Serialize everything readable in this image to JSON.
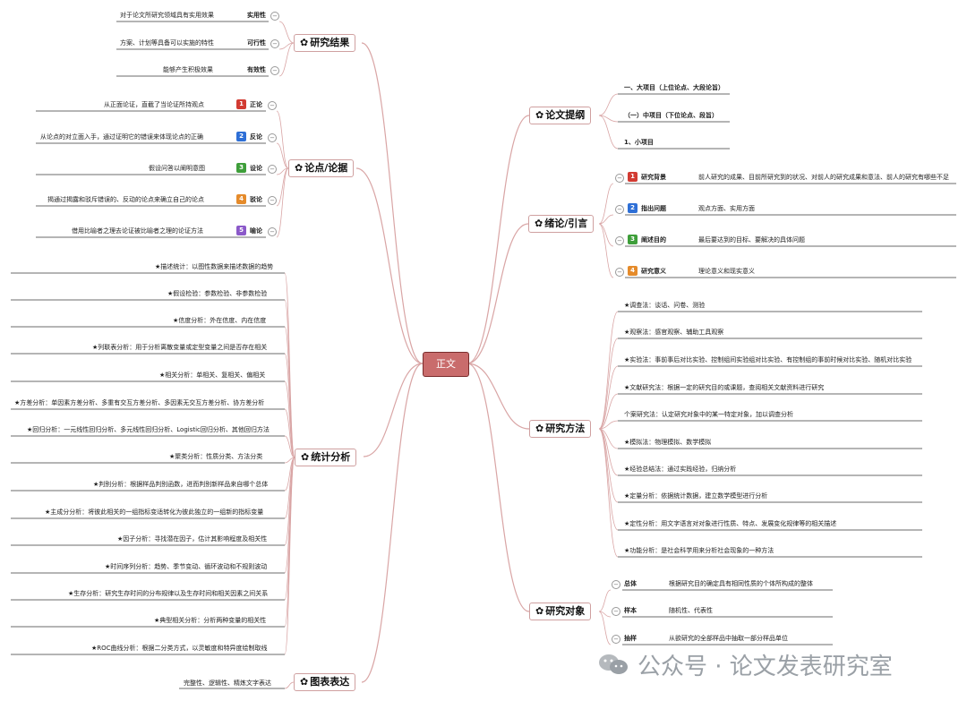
{
  "center": {
    "label": "正文"
  },
  "topics": {
    "results": {
      "label": "研究结果",
      "items": [
        {
          "label": "实用性",
          "desc": "对于论文所研究领域具有实用效果"
        },
        {
          "label": "可行性",
          "desc": "方案、计划等具备可以实施的特性"
        },
        {
          "label": "有效性",
          "desc": "能够产生积极效果"
        }
      ]
    },
    "arguments": {
      "label": "论点/论据",
      "items": [
        {
          "num": "1",
          "label": "正论",
          "desc": "从正面论证，直截了当论证所持观点"
        },
        {
          "num": "2",
          "label": "反论",
          "desc": "从论点的对立面入手，通过证明它的错误来体现论点的正确"
        },
        {
          "num": "3",
          "label": "设论",
          "desc": "假设问答以阐明意图"
        },
        {
          "num": "4",
          "label": "驳论",
          "desc": "揭通过揭露和驳斥错误的、反动的论点来确立自己的论点"
        },
        {
          "num": "5",
          "label": "喻论",
          "desc": "借用比喻者之理去论证被比喻者之理的论证方法"
        }
      ]
    },
    "stats": {
      "label": "统计分析",
      "items": [
        "★描述统计：以图性数据来描述数据的趋势",
        "★假设检验：参数检验、非参数检验",
        "★信度分析：外在信度、内在信度",
        "★列联表分析：用于分析离散变量或定型变量之间是否存在相关",
        "★相关分析：单相关、复相关、偏相关",
        "★方差分析：单因素方差分析、多重有交互方差分析、多因素无交互方差分析、协方差分析",
        "★回归分析：一元线性回归分析、多元线性回归分析、Logistic回归分析、其他回归方法",
        "★聚类分析：性质分类、方法分类",
        "★判别分析：根据样品判别函数，进而判别新样品来自哪个总体",
        "★主成分分析：将彼此相关的一组指标变适转化为彼此独立的一组新的指标变量",
        "★因子分析：寻找潜在因子，估计其影响程度及相关性",
        "★时间序列分析：趋势、季节变动、循环波动和不规则波动",
        "★生存分析：研究生存时间的分布规律以及生存时间和相关因素之间关系",
        "★典型相关分析：分析两种变量的相关性",
        "★ROC曲线分析：根据二分类方式，以灵敏度和特异度绘制取线"
      ]
    },
    "charts": {
      "label": "图表表达",
      "items": [
        "完整性、逻辑性、精炼文字表达"
      ]
    },
    "outline": {
      "label": "论文提纲",
      "items": [
        "一、大项目（上位论点、大段论旨）",
        "（一）中项目（下位论点、段旨）",
        "1、小项目"
      ]
    },
    "intro": {
      "label": "绪论/引言",
      "items": [
        {
          "num": "1",
          "label": "研究背景",
          "desc": "前人研究的成果、目前所研究到的状况、对前人的研究成果和意法、前人的研究有哪些不足"
        },
        {
          "num": "2",
          "label": "指出问题",
          "desc": "观点方面、实用方面"
        },
        {
          "num": "3",
          "label": "阐述目的",
          "desc": "最后要达到的目标、要解决的具体问题"
        },
        {
          "num": "4",
          "label": "研究意义",
          "desc": "理论意义和现实意义"
        }
      ]
    },
    "methods": {
      "label": "研究方法",
      "items": [
        "★调查法：谈话、问卷、测验",
        "★观察法：感官观察、辅助工具观察",
        "★实验法：事前事后对比实验、控制组间实验组对比实验、有控制组的事前时候对比实验、随机对比实验",
        "★文献研究法：根据一定的研究目的或课题，查阅相关文献资料进行研究",
        "个案研究法：认定研究对象中的某一特定对象，加以调查分析",
        "★模拟法：物理模拟、数学模拟",
        "★经验总结法：通过实践经验，归纳分析",
        "★定量分析：依据统计数据，建立数学模型进行分析",
        "★定性分析：用文字语言对对象进行性质、特点、发展变化规律等的相关描述",
        "★功能分析：是社会科学用来分析社会现象的一种方法"
      ]
    },
    "objects": {
      "label": "研究对象",
      "items": [
        {
          "label": "总体",
          "desc": "根据研究目的确定具有相同性质的个体所构成的整体"
        },
        {
          "label": "样本",
          "desc": "随机性、代表性"
        },
        {
          "label": "抽样",
          "desc": "从欲研究的全部样品中抽取一部分样品单位"
        }
      ]
    }
  },
  "watermark": {
    "text": "公众号 · 论文发表研究室"
  },
  "colors": {
    "center_fill": "#c96c6c",
    "line": "#d9a5a5",
    "sub_line": "#3a3a3a"
  }
}
